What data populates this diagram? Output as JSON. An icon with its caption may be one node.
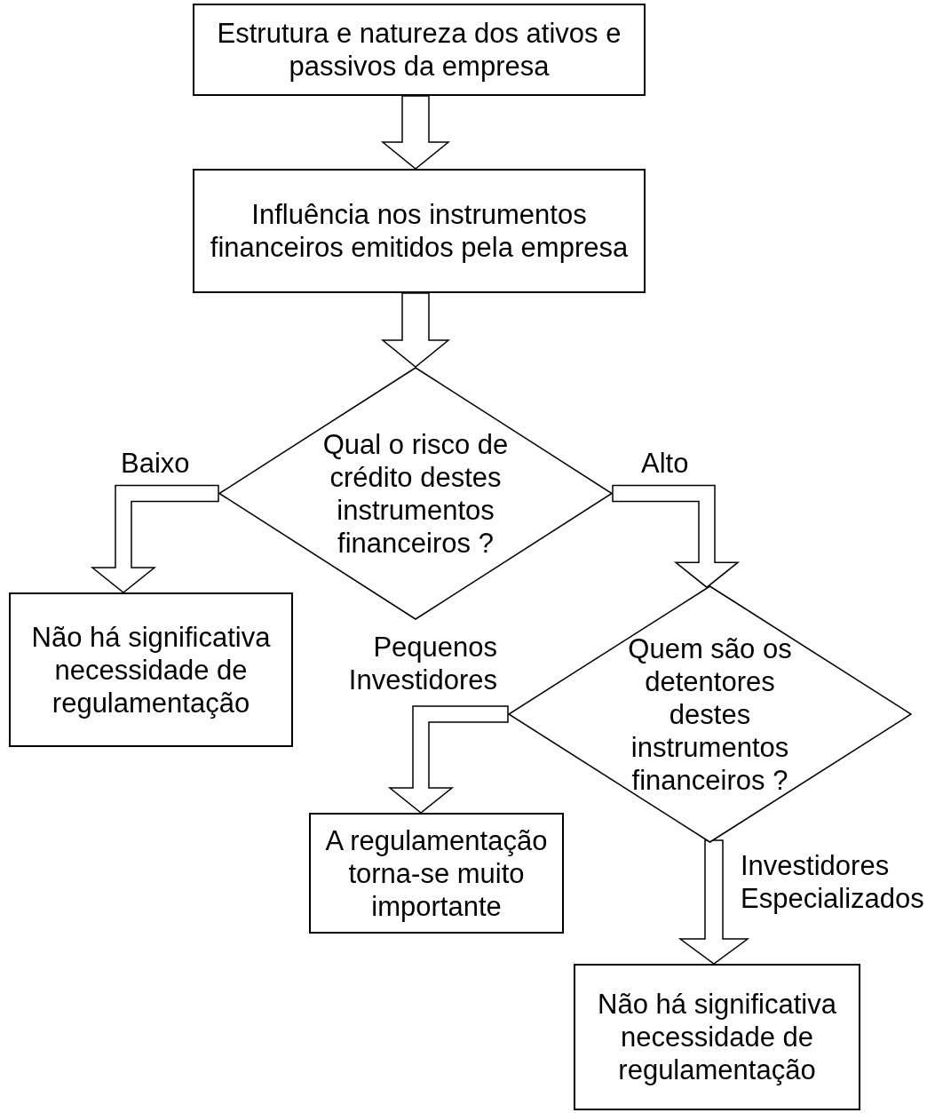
{
  "diagram": {
    "nodes": [
      {
        "text": [
          "Estrutura e natureza dos ativos e passivos da empresa"
        ]
      },
      {
        "text": [
          "Influência nos instrumentos financeiros emitidos pela empresa"
        ]
      },
      {
        "text": [
          "Qual o risco de crédito destes instrumentos financeiros ?"
        ]
      },
      {
        "text": [
          "Não há significativa necessidade de regulamentação"
        ]
      },
      {
        "text": [
          "Quem são os detentores destes instrumentos financeiros ?"
        ]
      },
      {
        "text": [
          "A regulamentação torna-se muito importante"
        ]
      },
      {
        "text": [
          "Não há significativa necessidade de regulamentação"
        ]
      }
    ],
    "edges": [
      {
        "from": 0,
        "to": 1,
        "arrow": "to"
      },
      {
        "from": 1,
        "to": 2,
        "arrow": "to"
      },
      {
        "from": 2,
        "to": 3,
        "arrow": "to",
        "label": "Baixo"
      },
      {
        "from": 2,
        "to": 4,
        "arrow": "to",
        "label": "Alto"
      },
      {
        "from": 4,
        "to": 5,
        "arrow": "to",
        "label": "Pequenos Investidores"
      },
      {
        "from": 4,
        "to": 6,
        "arrow": "to",
        "label": "Investidores Especializados"
      }
    ]
  }
}
